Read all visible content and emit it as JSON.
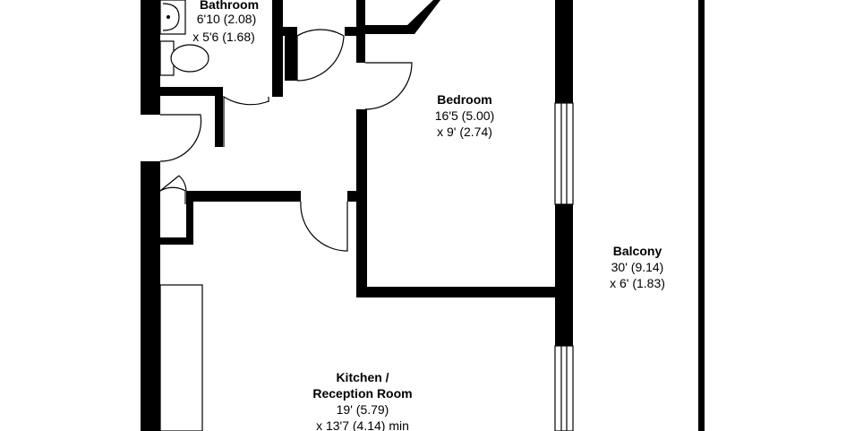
{
  "rooms": {
    "bathroom": {
      "name": "Bathroom",
      "dim1": "6'10 (2.08)",
      "dim2": "x 5'6 (1.68)"
    },
    "bedroom": {
      "name": "Bedroom",
      "dim1": "16'5 (5.00)",
      "dim2": "x 9' (2.74)"
    },
    "balcony": {
      "name": "Balcony",
      "dim1": "30' (9.14)",
      "dim2": "x 6' (1.83)"
    },
    "kitchen": {
      "name1": "Kitchen /",
      "name2": "Reception Room",
      "dim1": "19' (5.79)",
      "dim2": "x 13'7 (4.14) min"
    }
  },
  "colors": {
    "wall": "#000000",
    "background": "#ffffff"
  }
}
